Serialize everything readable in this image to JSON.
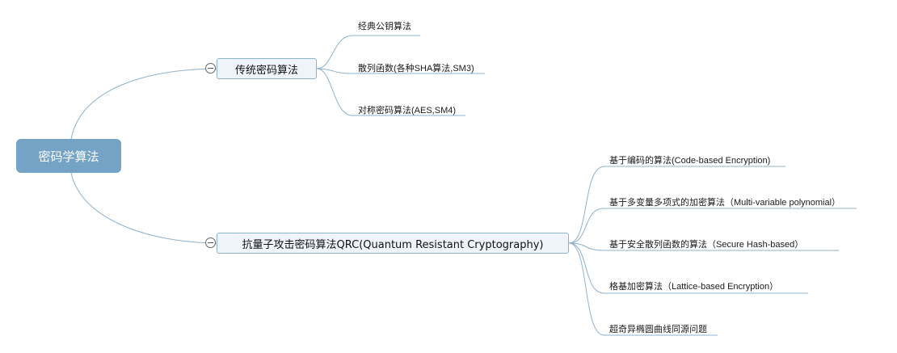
{
  "root": {
    "label": "密码学算法"
  },
  "branches": [
    {
      "label": "传统密码算法",
      "children": [
        "经典公钥算法",
        "散列函数(各种SHA算法,SM3)",
        "对称密码算法(AES,SM4)"
      ]
    },
    {
      "label": "抗量子攻击密码算法QRC(Quantum Resistant Cryptography)",
      "children": [
        "基于编码的算法(Code-based Encryption)",
        "基于多变量多项式的加密算法（Multi-variable polynomial）",
        "基于安全散列函数的算法（Secure Hash-based）",
        "格基加密算法（Lattice-based Encryption）",
        "超奇异椭圆曲线同源问题"
      ]
    }
  ],
  "colors": {
    "root_fill": "#74a3c6",
    "branch_fill": "#eef4fa",
    "branch_border": "#8fb1cc",
    "connector": "#8fb1cc"
  }
}
